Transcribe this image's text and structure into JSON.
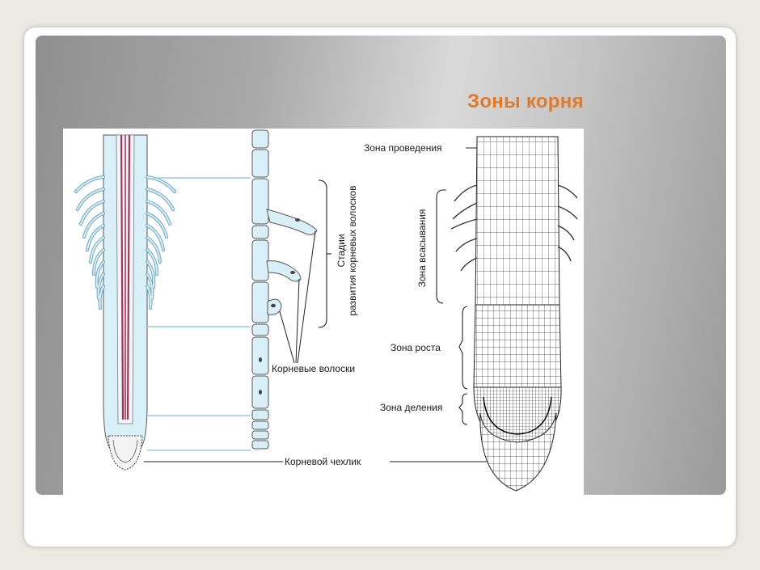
{
  "slide": {
    "title": "Зоны корня"
  },
  "diagram": {
    "labels": {
      "conduction_zone": "Зона проведения",
      "absorption_zone": "Зона всасывания",
      "growth_zone": "Зона роста",
      "division_zone": "Зона деления",
      "root_cap": "Корневой чехлик",
      "root_hairs": "Корневые волоски",
      "stages_line1": "Стадии",
      "stages_line2": "развития корневых волосков"
    },
    "colors": {
      "title": "#e07a2b",
      "root_fill": "#d9f0f8",
      "vascular_red": "#b03050",
      "line": "#222222",
      "zone_lines": "#9ccbe0"
    }
  }
}
